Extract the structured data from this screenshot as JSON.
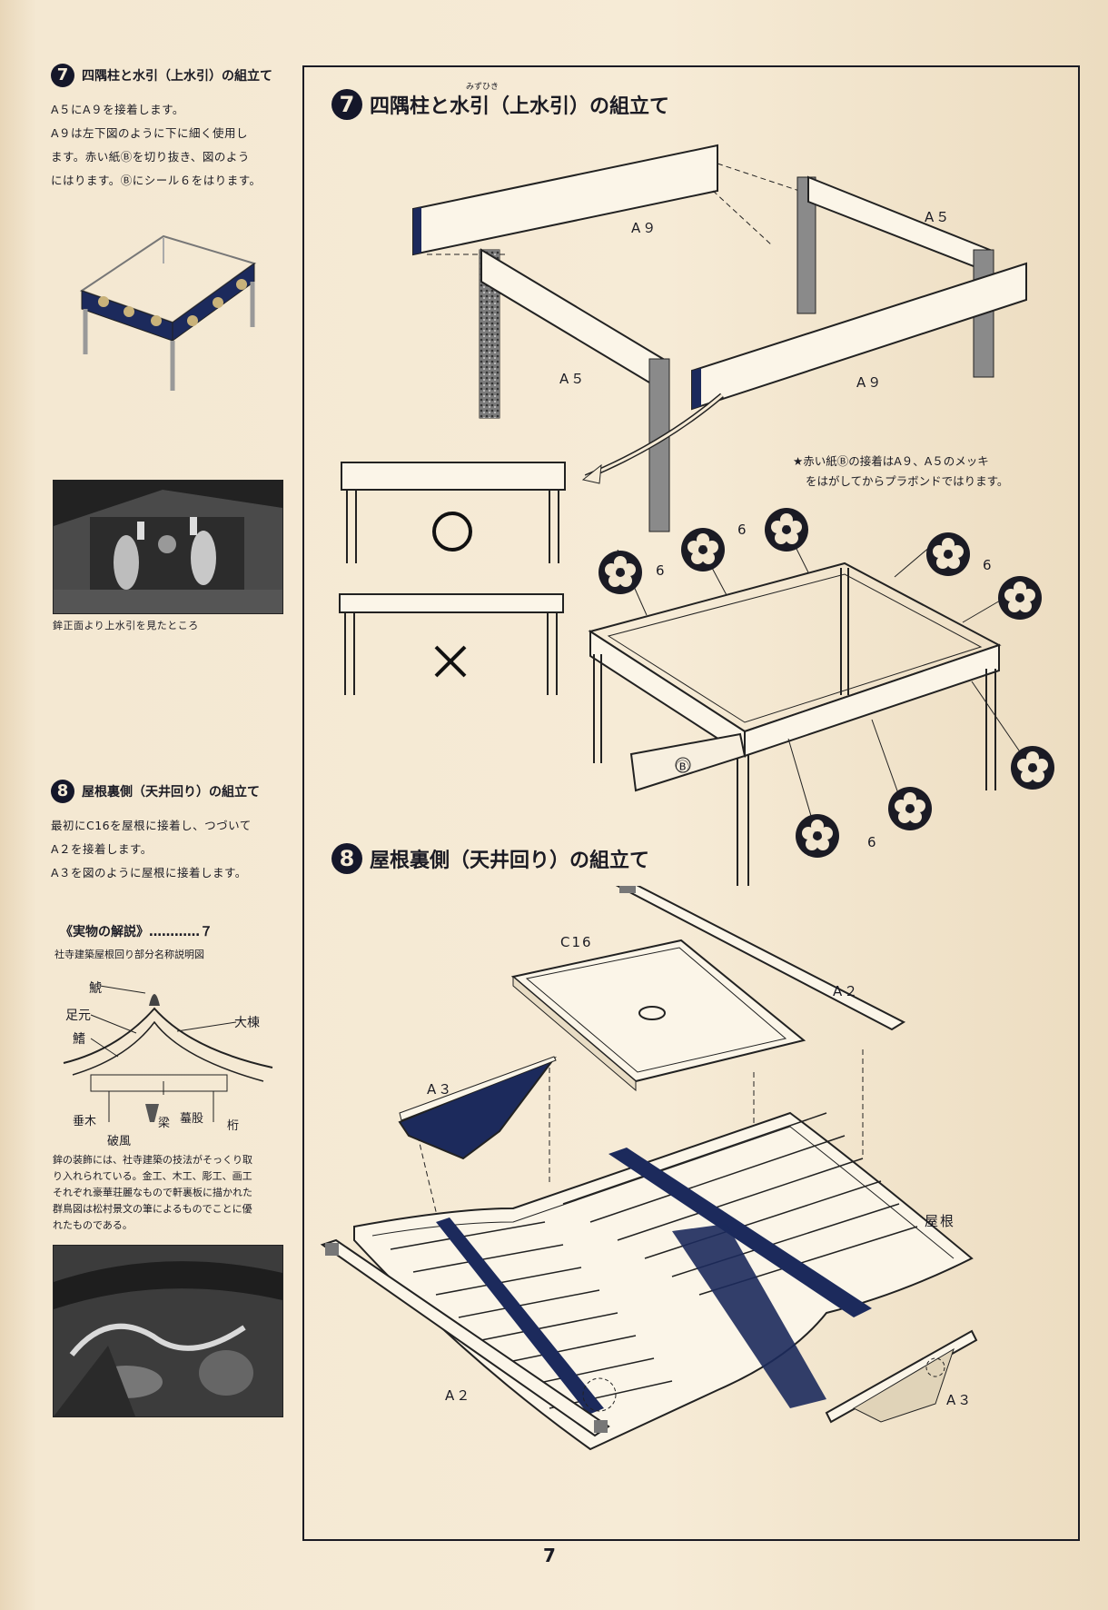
{
  "left": {
    "step7": {
      "num": "7",
      "heading": "四隅柱と水引（上水引）の組立て",
      "lines": [
        "A５にA９を接着します。",
        "A９は左下図のように下に細く使用し",
        "ます。赤い紙Ⓑを切り抜き、図のよう",
        "にはります。Ⓑにシール６をはります。"
      ]
    },
    "photo1_caption": "鉾正面より上水引を見たところ",
    "step8": {
      "num": "8",
      "heading": "屋根裏側（天井回り）の組立て",
      "lines": [
        "最初にC16を屋根に接着し、つづいて",
        "A２を接着します。",
        "A３を図のように屋根に接着します。"
      ]
    },
    "commentary": {
      "title": "《実物の解説》…………７",
      "subtitle": "社寺建築屋根回り部分名称説明図",
      "parts": [
        "鯱",
        "足元",
        "鰭",
        "大棟",
        "垂木",
        "破風",
        "梁",
        "蟇股",
        "桁"
      ],
      "text_lines": [
        "鉾の装飾には、社寺建築の技法がそっくり取",
        "り入れられている。金工、木工、彫工、画工",
        "それぞれ豪華荘麗なもので軒裏板に描かれた",
        "群鳥図は松村景文の筆によるものでことに優",
        "れたものである。"
      ]
    }
  },
  "main": {
    "step7": {
      "num": "7",
      "title": "四隅柱と水引（上水引）の組立て",
      "ruby": "みずひき"
    },
    "labels7": {
      "a9_top": "A９",
      "a5_top": "A５",
      "a5_left": "A５",
      "a9_front": "A９",
      "good": "○",
      "bad": "×",
      "b_mark": "Ⓑ",
      "seal": "6"
    },
    "note_lines": [
      "★赤い紙Ⓑの接着はA９、A５のメッキ",
      "をはがしてからプラボンドではります。"
    ],
    "step8": {
      "num": "8",
      "title": "屋根裏側（天井回り）の組立て"
    },
    "labels8": {
      "c16": "C16",
      "a2_top": "A２",
      "a3_left": "A３",
      "roof": "屋根",
      "a2_bottom": "A２",
      "a3_right": "A３"
    }
  },
  "page_number": "7",
  "colors": {
    "navy": "#1c2a5c",
    "ink": "#1b1b24",
    "paper": "#f2e6cf"
  }
}
